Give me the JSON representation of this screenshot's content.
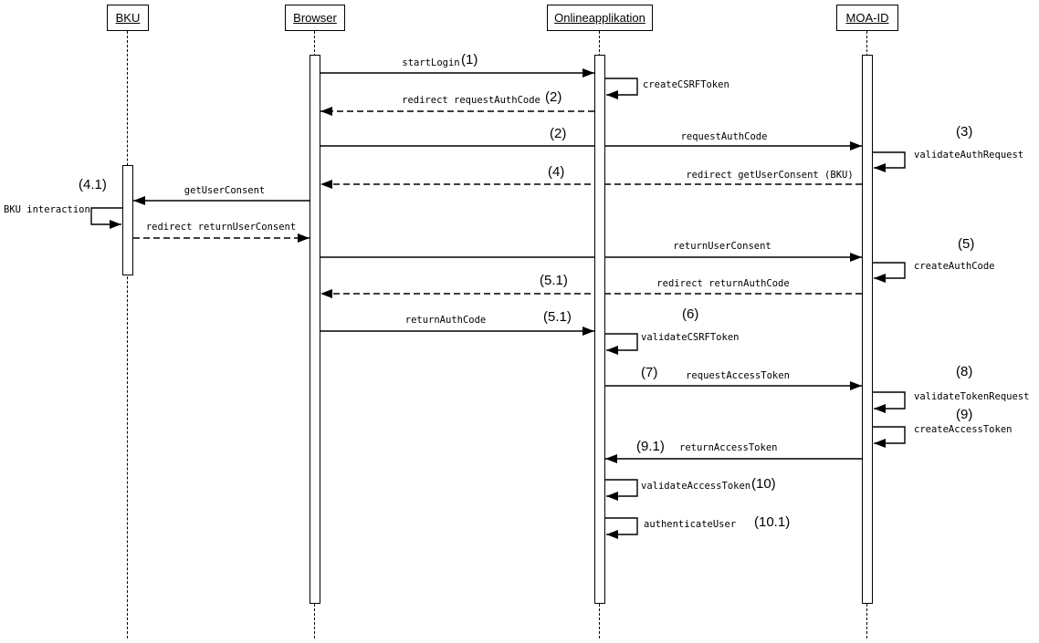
{
  "participants": {
    "bku": "BKU",
    "browser": "Browser",
    "onlineapp": "Onlineapplikation",
    "moaid": "MOA-ID"
  },
  "messages": {
    "start_login": {
      "label": "startLogin",
      "num": "(1)",
      "from": "Browser",
      "to": "Onlineapplikation",
      "line": "solid",
      "kind": "message"
    },
    "create_csrf_token": {
      "label": "createCSRFToken",
      "from": "Onlineapplikation",
      "to": "Onlineapplikation",
      "line": "solid",
      "kind": "self"
    },
    "redirect_request_auth_code": {
      "label": "redirect requestAuthCode",
      "num": "(2)",
      "from": "Onlineapplikation",
      "to": "Browser",
      "line": "dashed",
      "kind": "message"
    },
    "request_auth_code": {
      "num_left": "(2)",
      "label": "requestAuthCode",
      "num_right": "(3)",
      "from": "Browser",
      "to": "MOA-ID",
      "line": "solid",
      "kind": "message"
    },
    "validate_auth_request": {
      "label": "validateAuthRequest",
      "from": "MOA-ID",
      "to": "MOA-ID",
      "line": "solid",
      "kind": "self"
    },
    "redirect_get_user_consent": {
      "num": "(4)",
      "label": "redirect getUserConsent (BKU)",
      "from": "MOA-ID",
      "to": "Browser",
      "line": "dashed",
      "kind": "message"
    },
    "get_user_consent": {
      "num": "(4.1)",
      "label": "getUserConsent",
      "from": "Browser",
      "to": "BKU",
      "line": "solid",
      "kind": "message"
    },
    "bku_interaction": {
      "label": "BKU interaction",
      "from": "BKU",
      "to": "BKU",
      "line": "solid",
      "kind": "self"
    },
    "redirect_return_user_consent": {
      "label": "redirect returnUserConsent",
      "from": "BKU",
      "to": "Browser",
      "line": "dashed",
      "kind": "message"
    },
    "return_user_consent": {
      "label": "returnUserConsent",
      "num": "(5)",
      "from": "Browser",
      "to": "MOA-ID",
      "line": "solid",
      "kind": "message"
    },
    "create_auth_code": {
      "label": "createAuthCode",
      "from": "MOA-ID",
      "to": "MOA-ID",
      "line": "solid",
      "kind": "self"
    },
    "redirect_return_auth_code": {
      "num": "(5.1)",
      "label": "redirect returnAuthCode",
      "from": "MOA-ID",
      "to": "Browser",
      "line": "dashed",
      "kind": "message"
    },
    "return_auth_code": {
      "label": "returnAuthCode",
      "num_mid": "(5.1)",
      "num_right": "(6)",
      "from": "Browser",
      "to": "Onlineapplikation",
      "line": "solid",
      "kind": "message"
    },
    "validate_csrf_token": {
      "label": "validateCSRFToken",
      "from": "Onlineapplikation",
      "to": "Onlineapplikation",
      "line": "solid",
      "kind": "self"
    },
    "request_access_token": {
      "num_left": "(7)",
      "label": "requestAccessToken",
      "num_right": "(8)",
      "from": "Onlineapplikation",
      "to": "MOA-ID",
      "line": "solid",
      "kind": "message"
    },
    "validate_token_request": {
      "label": "validateTokenRequest",
      "from": "MOA-ID",
      "to": "MOA-ID",
      "line": "solid",
      "kind": "self"
    },
    "create_access_token": {
      "num": "(9)",
      "label": "createAccessToken",
      "from": "MOA-ID",
      "to": "MOA-ID",
      "line": "solid",
      "kind": "self"
    },
    "return_access_token": {
      "num": "(9.1)",
      "label": "returnAccessToken",
      "from": "MOA-ID",
      "to": "Onlineapplikation",
      "line": "solid",
      "kind": "message"
    },
    "validate_access_token": {
      "label": "validateAccessToken",
      "num": "(10)",
      "from": "Onlineapplikation",
      "to": "Onlineapplikation",
      "line": "solid",
      "kind": "self"
    },
    "authenticate_user": {
      "label": "authenticateUser",
      "num": "(10.1)",
      "from": "Onlineapplikation",
      "to": "Onlineapplikation",
      "line": "solid",
      "kind": "self"
    }
  }
}
